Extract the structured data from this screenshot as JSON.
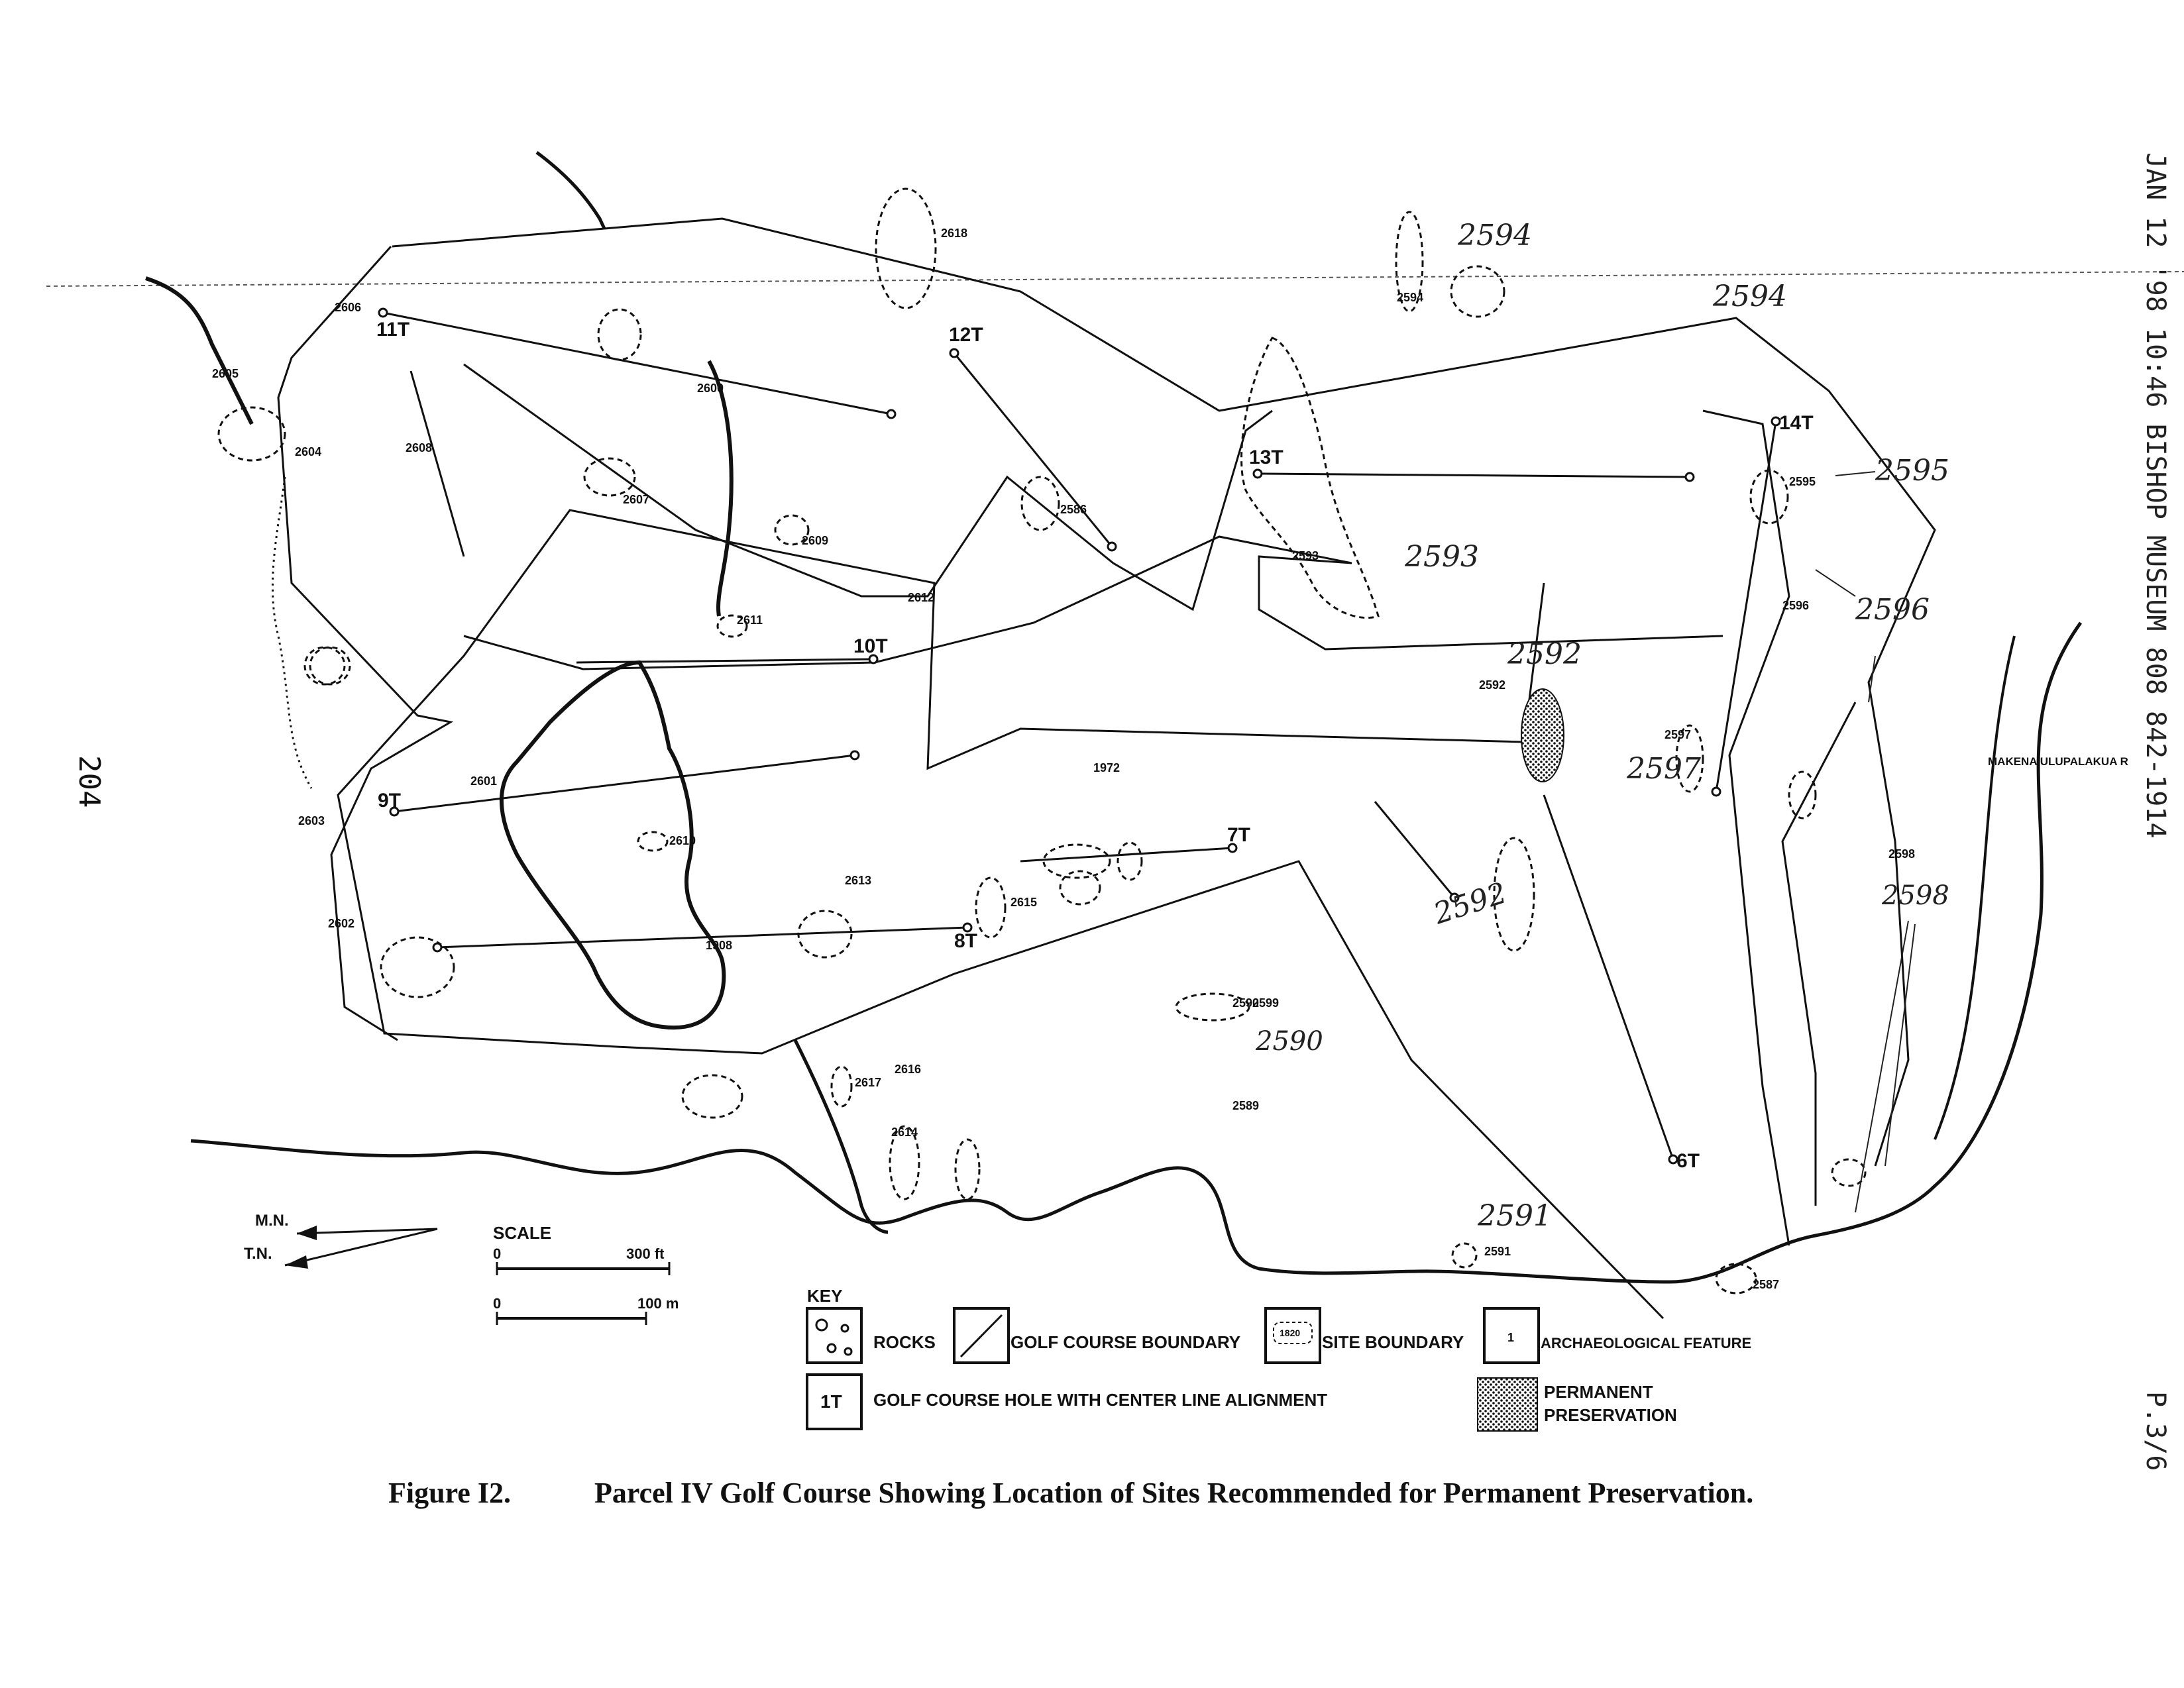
{
  "fax_header": {
    "text": "JAN 12 '98 10:46 BISHOP MUSEUM 808 842-1914",
    "page": "P.3/6"
  },
  "page_number": "204",
  "caption": {
    "label": "Figure I2.",
    "title": "Parcel IV Golf Course Showing Location of Sites Recommended for Permanent Preservation."
  },
  "holes": [
    "11T",
    "12T",
    "13T",
    "14T",
    "10T",
    "9T",
    "8T",
    "7T",
    "6T"
  ],
  "site_numbers": [
    "2606",
    "2605",
    "2604",
    "2603",
    "2608",
    "2600",
    "2607",
    "2609",
    "2611",
    "2612",
    "2610",
    "2601",
    "2602",
    "2613",
    "2615",
    "2616",
    "2617",
    "2614",
    "2618",
    "2599",
    "2598",
    "2594",
    "2595",
    "2596",
    "2597",
    "2592",
    "2593",
    "2589",
    "2590",
    "2591",
    "2586",
    "2587",
    "1972",
    "1908"
  ],
  "handwritten": [
    "2594",
    "2594",
    "2595",
    "2593",
    "2596",
    "2592",
    "2597",
    "2592",
    "2598",
    "2590",
    "2591"
  ],
  "road_label": "MAKENA ULUPALAKUA R",
  "north": {
    "magnetic": "M.N.",
    "true": "T.N."
  },
  "scale": {
    "title": "SCALE",
    "feet_start": "0",
    "feet_end": "300 ft",
    "meters_start": "0",
    "meters_end": "100 m"
  },
  "key": {
    "title": "KEY",
    "items": [
      "ROCKS",
      "GOLF COURSE BOUNDARY",
      "SITE BOUNDARY",
      "ARCHAEOLOGICAL FEATURE",
      "GOLF COURSE HOLE WITH CENTER LINE ALIGNMENT",
      "PERMANENT",
      "PRESERVATION"
    ],
    "sample_hole": "1T",
    "sample_site": "1820"
  }
}
